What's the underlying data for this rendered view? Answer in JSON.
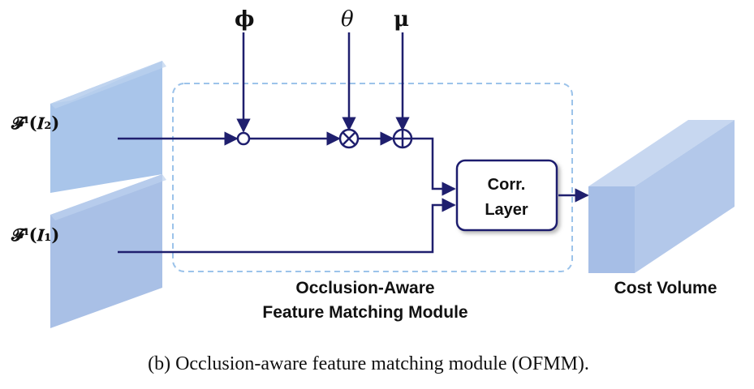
{
  "inputs": {
    "top_label": "𝓕ˡ(𝑰₂)",
    "bottom_label": "𝓕ˡ(𝑰₁)"
  },
  "operators": {
    "phi": "ϕ",
    "theta": "θ",
    "mu": "μ"
  },
  "corr_layer": {
    "line1": "Corr.",
    "line2": "Layer"
  },
  "module": {
    "line1": "Occlusion-Aware",
    "line2": "Feature Matching Module"
  },
  "output": {
    "label": "Cost Volume"
  },
  "caption": "(b)  Occlusion-aware feature matching module (OFMM).",
  "colors": {
    "arrow": "#1f1f6e",
    "block_front": "#a9c1e6",
    "block_side": "#c3d3ee",
    "block_top": "#d6e2f4",
    "dashed_box": "#9cc3ea"
  }
}
